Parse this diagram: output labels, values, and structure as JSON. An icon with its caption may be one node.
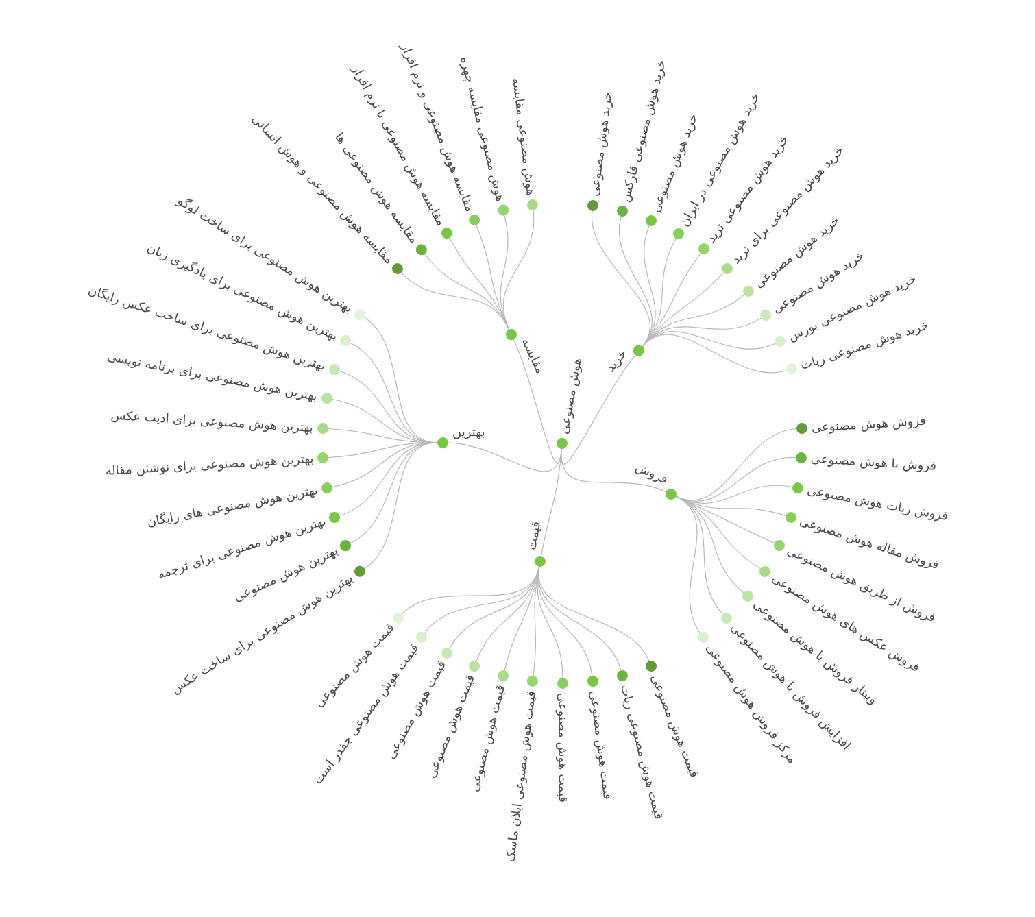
{
  "diagram": {
    "nodes": [
      {
        "text": [
          "هوش مصنوعی"
        ]
      },
      {
        "text": [
          "مقایسه"
        ]
      },
      {
        "text": [
          "مقایسه هوش مصنوعی و هوش انسانی"
        ]
      },
      {
        "text": [
          "مقایسه هوش مصنوعی ها"
        ]
      },
      {
        "text": [
          "مقایسه هوش مصنوعی با نرم افزار"
        ]
      },
      {
        "text": [
          "مقایسه هوش مصنوعی و نرم افزار"
        ]
      },
      {
        "text": [
          "هوش مصنوعی مقایسه چهره"
        ]
      },
      {
        "text": [
          "هوش مصنوعی مقایسه"
        ]
      },
      {
        "text": [
          "خرید"
        ]
      },
      {
        "text": [
          "خرید هوش مصنوعی"
        ]
      },
      {
        "text": [
          "خرید هوش مصنوعی فارکس"
        ]
      },
      {
        "text": [
          "خرید هوش مصنوعی"
        ]
      },
      {
        "text": [
          "خرید هوش مصنوعی در ایران"
        ]
      },
      {
        "text": [
          "خرید هوش مصنوعی ترید"
        ]
      },
      {
        "text": [
          "خرید هوش مصنوعی برای ترید"
        ]
      },
      {
        "text": [
          "خرید هوش مصنوعی"
        ]
      },
      {
        "text": [
          "خرید هوش مصنوعی"
        ]
      },
      {
        "text": [
          "خرید هوش مصنوعی بورس"
        ]
      },
      {
        "text": [
          "خرید هوش مصنوعی ربات"
        ]
      },
      {
        "text": [
          "فروش"
        ]
      },
      {
        "text": [
          "فروش هوش مصنوعی"
        ]
      },
      {
        "text": [
          "فروش با هوش مصنوعی"
        ]
      },
      {
        "text": [
          "فروش ربات هوش مصنوعی"
        ]
      },
      {
        "text": [
          "فروش مقاله هوش مصنوعی"
        ]
      },
      {
        "text": [
          "فروش از طریق هوش مصنوعی"
        ]
      },
      {
        "text": [
          "فروش عکس های هوش مصنوعی"
        ]
      },
      {
        "text": [
          "وبینار فروش با هوش مصنوعی"
        ]
      },
      {
        "text": [
          "افزایش فروش با هوش مصنوعی"
        ]
      },
      {
        "text": [
          "مرکز فروش هوش مصنوعی"
        ]
      },
      {
        "text": [
          "قیمت"
        ]
      },
      {
        "text": [
          "قیمت هوش مصنوعی"
        ]
      },
      {
        "text": [
          "قیمت هوش مصنوعی ربات"
        ]
      },
      {
        "text": [
          "قیمت هوش مصنوعی"
        ]
      },
      {
        "text": [
          "قیمت هوش مصنوعی"
        ]
      },
      {
        "text": [
          "قیمت هوش مصنوعی ایلان ماسک"
        ]
      },
      {
        "text": [
          "قیمت هوش مصنوعی"
        ]
      },
      {
        "text": [
          "قیمت هوش مصنوعی"
        ]
      },
      {
        "text": [
          "قیمت هوش مصنوعی"
        ]
      },
      {
        "text": [
          "قیمت هوش مصنوعی چقدر است"
        ]
      },
      {
        "text": [
          "قیمت هوش مصنوعی"
        ]
      },
      {
        "text": [
          "بهترین"
        ]
      },
      {
        "text": [
          "بهترین هوش مصنوعی برای ساخت عکس"
        ]
      },
      {
        "text": [
          "بهترین هوش مصنوعی"
        ]
      },
      {
        "text": [
          "بهترین هوش مصنوعی برای ترجمه"
        ]
      },
      {
        "text": [
          "بهترین هوش مصنوعی های رایگان"
        ]
      },
      {
        "text": [
          "بهترین هوش مصنوعی برای نوشتن مقاله"
        ]
      },
      {
        "text": [
          "بهترین هوش مصنوعی برای ادیت عکس"
        ]
      },
      {
        "text": [
          "بهترین هوش مصنوعی برای برنامه نویسی"
        ]
      },
      {
        "text": [
          "بهترین هوش مصنوعی برای ساخت عکس رایگان"
        ]
      },
      {
        "text": [
          "بهترین هوش مصنوعی برای یادگیری زبان"
        ]
      },
      {
        "text": [
          "بهترین هوش مصنوعی برای ساخت لوگو"
        ]
      }
    ],
    "edges": [
      {
        "from": 0,
        "to": 1,
        "arrow": "none"
      },
      {
        "from": 0,
        "to": 8,
        "arrow": "none"
      },
      {
        "from": 0,
        "to": 19,
        "arrow": "none"
      },
      {
        "from": 0,
        "to": 29,
        "arrow": "none"
      },
      {
        "from": 0,
        "to": 40,
        "arrow": "none"
      },
      {
        "from": 1,
        "to": 2,
        "arrow": "none"
      },
      {
        "from": 1,
        "to": 3,
        "arrow": "none"
      },
      {
        "from": 1,
        "to": 4,
        "arrow": "none"
      },
      {
        "from": 1,
        "to": 5,
        "arrow": "none"
      },
      {
        "from": 1,
        "to": 6,
        "arrow": "none"
      },
      {
        "from": 1,
        "to": 7,
        "arrow": "none"
      },
      {
        "from": 8,
        "to": 9,
        "arrow": "none"
      },
      {
        "from": 8,
        "to": 10,
        "arrow": "none"
      },
      {
        "from": 8,
        "to": 11,
        "arrow": "none"
      },
      {
        "from": 8,
        "to": 12,
        "arrow": "none"
      },
      {
        "from": 8,
        "to": 13,
        "arrow": "none"
      },
      {
        "from": 8,
        "to": 14,
        "arrow": "none"
      },
      {
        "from": 8,
        "to": 15,
        "arrow": "none"
      },
      {
        "from": 8,
        "to": 16,
        "arrow": "none"
      },
      {
        "from": 8,
        "to": 17,
        "arrow": "none"
      },
      {
        "from": 8,
        "to": 18,
        "arrow": "none"
      },
      {
        "from": 19,
        "to": 20,
        "arrow": "none"
      },
      {
        "from": 19,
        "to": 21,
        "arrow": "none"
      },
      {
        "from": 19,
        "to": 22,
        "arrow": "none"
      },
      {
        "from": 19,
        "to": 23,
        "arrow": "none"
      },
      {
        "from": 19,
        "to": 24,
        "arrow": "none"
      },
      {
        "from": 19,
        "to": 25,
        "arrow": "none"
      },
      {
        "from": 19,
        "to": 26,
        "arrow": "none"
      },
      {
        "from": 19,
        "to": 27,
        "arrow": "none"
      },
      {
        "from": 19,
        "to": 28,
        "arrow": "none"
      },
      {
        "from": 29,
        "to": 30,
        "arrow": "none"
      },
      {
        "from": 29,
        "to": 31,
        "arrow": "none"
      },
      {
        "from": 29,
        "to": 32,
        "arrow": "none"
      },
      {
        "from": 29,
        "to": 33,
        "arrow": "none"
      },
      {
        "from": 29,
        "to": 34,
        "arrow": "none"
      },
      {
        "from": 29,
        "to": 35,
        "arrow": "none"
      },
      {
        "from": 29,
        "to": 36,
        "arrow": "none"
      },
      {
        "from": 29,
        "to": 37,
        "arrow": "none"
      },
      {
        "from": 29,
        "to": 38,
        "arrow": "none"
      },
      {
        "from": 29,
        "to": 39,
        "arrow": "none"
      },
      {
        "from": 40,
        "to": 41,
        "arrow": "none"
      },
      {
        "from": 40,
        "to": 42,
        "arrow": "none"
      },
      {
        "from": 40,
        "to": 43,
        "arrow": "none"
      },
      {
        "from": 40,
        "to": 44,
        "arrow": "none"
      },
      {
        "from": 40,
        "to": 45,
        "arrow": "none"
      },
      {
        "from": 40,
        "to": 46,
        "arrow": "none"
      },
      {
        "from": 40,
        "to": 47,
        "arrow": "none"
      },
      {
        "from": 40,
        "to": 48,
        "arrow": "none"
      },
      {
        "from": 40,
        "to": 49,
        "arrow": "none"
      },
      {
        "from": 40,
        "to": 50,
        "arrow": "none"
      }
    ]
  }
}
